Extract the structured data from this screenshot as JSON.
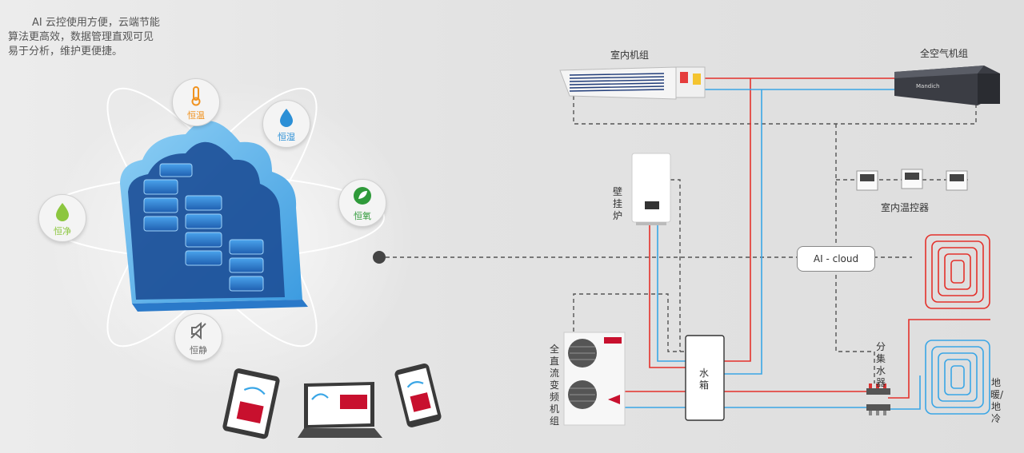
{
  "intro": {
    "line1": "AI 云控使用方便，云端节能",
    "line2": "算法更高效，数据管理直观可见",
    "line3": "易于分析，维护更便捷。"
  },
  "features": [
    {
      "label": "恒温",
      "icon": "thermometer-icon",
      "color": "#f0921f"
    },
    {
      "label": "恒湿",
      "icon": "water-drop-icon",
      "color": "#2b8fd6"
    },
    {
      "label": "恒氧",
      "icon": "leaf-icon",
      "color": "#2f9a3a"
    },
    {
      "label": "恒净",
      "icon": "purify-drop-icon",
      "color": "#8cc63f"
    },
    {
      "label": "恒静",
      "icon": "silent-speaker-icon",
      "color": "#6b6b6b"
    }
  ],
  "devices": {
    "indoor_unit": "室内机组",
    "fresh_air_unit": "全空气机组",
    "wall_boiler": "壁挂炉",
    "thermostat": "室内温控器",
    "ai_cloud": "AI - cloud",
    "outdoor_unit": "全直流变频机组",
    "water_tank": "水箱",
    "manifold": "分集水器",
    "floor_heating": "地暖/地冷"
  },
  "brand": "Mandich",
  "colors": {
    "hot": "#e4312b",
    "cold": "#3aa6e6",
    "dashed": "#555555",
    "cloud": "#3c9be0"
  }
}
